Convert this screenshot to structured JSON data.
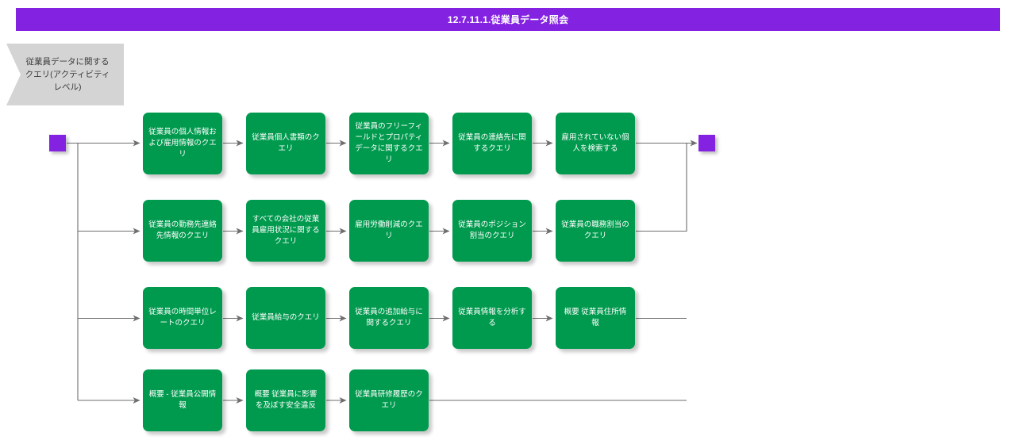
{
  "header": {
    "title": "12.7.11.1.従業員データ照会",
    "bar_color": "#8422E2"
  },
  "banner": {
    "label": "従業員データに関するクエリ(アクティビティ レベル)",
    "fill_color": "#D4D4D4"
  },
  "terminators": {
    "start_name": "start-terminator",
    "end_name": "end-terminator",
    "color": "#8422E2"
  },
  "flow": {
    "node_color": "#009A4E",
    "connector_color": "#6E6E6E",
    "rows": [
      {
        "row_index": 1,
        "nodes": [
          {
            "label": "従業員の個人情報および雇用情報のクエリ"
          },
          {
            "label": "従業員個人書類のクエリ"
          },
          {
            "label": "従業員のフリーフィールドとプロパティ データに関するクエリ"
          },
          {
            "label": "従業員の連絡先に関するクエリ"
          },
          {
            "label": "雇用されていない個人を検索する"
          }
        ]
      },
      {
        "row_index": 2,
        "nodes": [
          {
            "label": "従業員の勤務先連絡先情報のクエリ"
          },
          {
            "label": "すべての会社の従業員雇用状況に関するクエリ"
          },
          {
            "label": "雇用労働削減のクエリ"
          },
          {
            "label": "従業員のポジション割当のクエリ"
          },
          {
            "label": "従業員の職務割当のクエリ"
          }
        ]
      },
      {
        "row_index": 3,
        "nodes": [
          {
            "label": "従業員の時間単位レートのクエリ"
          },
          {
            "label": "従業員給与のクエリ"
          },
          {
            "label": "従業員の追加給与に関するクエリ"
          },
          {
            "label": "従業員情報を分析する"
          },
          {
            "label": "概要 従業員住所情報"
          }
        ]
      },
      {
        "row_index": 4,
        "nodes": [
          {
            "label": "概要 - 従業員公開情報"
          },
          {
            "label": "概要 従業員に影響を及ぼす安全違反"
          },
          {
            "label": "従業員研修履歴のクエリ"
          }
        ]
      }
    ]
  }
}
